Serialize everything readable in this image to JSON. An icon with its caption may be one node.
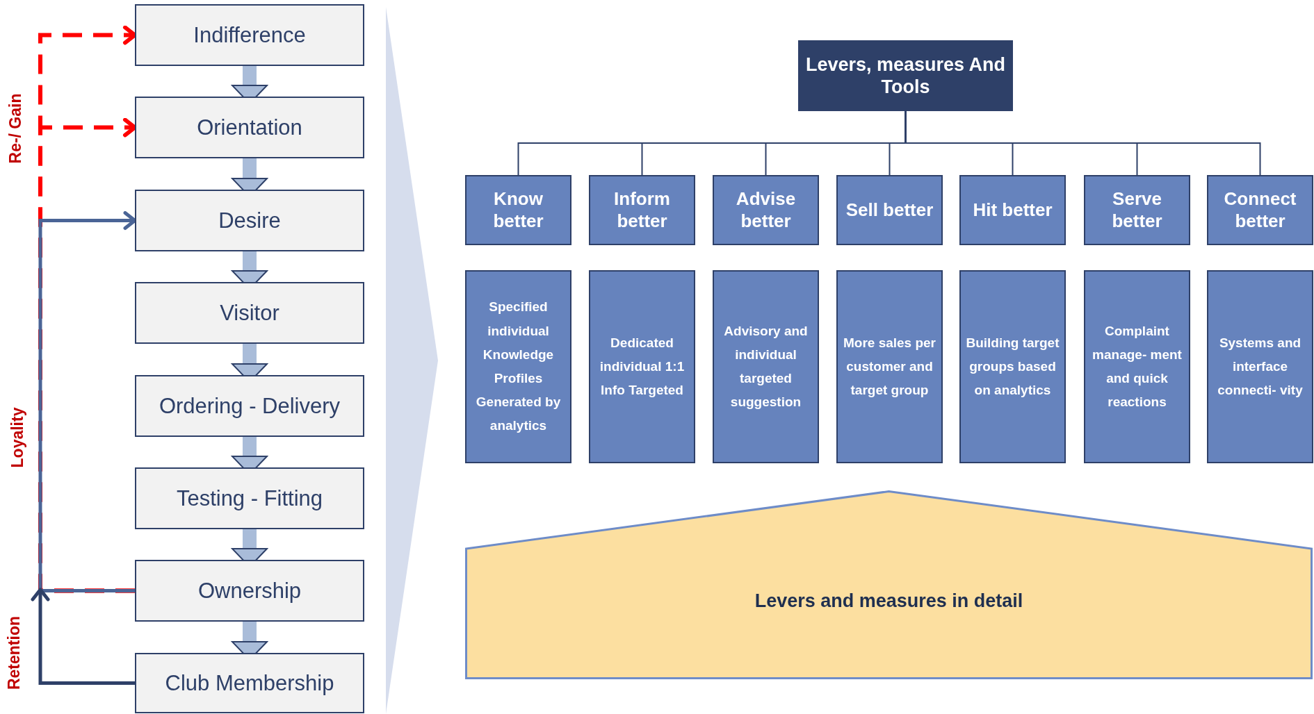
{
  "diagram": {
    "nodes": [
      {
        "text": [
          "Indifference"
        ]
      },
      {
        "text": [
          "Orientation"
        ]
      },
      {
        "text": [
          "Desire"
        ]
      },
      {
        "text": [
          "Visitor"
        ]
      },
      {
        "text": [
          "Ordering - Delivery"
        ]
      },
      {
        "text": [
          "Testing  - Fitting"
        ]
      },
      {
        "text": [
          "Ownership"
        ]
      },
      {
        "text": [
          "Club Membership"
        ]
      },
      {
        "text": [
          "Levers, measures And Tools"
        ]
      },
      {
        "text": [
          "Know better"
        ]
      },
      {
        "text": [
          "Inform better"
        ]
      },
      {
        "text": [
          "Advise better"
        ]
      },
      {
        "text": [
          "Sell better"
        ]
      },
      {
        "text": [
          "Hit better"
        ]
      },
      {
        "text": [
          "Serve better"
        ]
      },
      {
        "text": [
          "Connect better"
        ]
      },
      {
        "text": [
          "Specified individual Knowledge Profiles Generated by analytics"
        ]
      },
      {
        "text": [
          "Dedicated individual 1:1 Info Targeted"
        ]
      },
      {
        "text": [
          "Advisory and individual targeted suggestion"
        ]
      },
      {
        "text": [
          "More sales per customer and target group"
        ]
      },
      {
        "text": [
          "Building target groups based on analytics"
        ]
      },
      {
        "text": [
          "Complaint manage- ment and quick reactions"
        ]
      },
      {
        "text": [
          "Systems and interface connecti- vity"
        ]
      },
      {
        "text": [
          "Levers and measures in detail"
        ]
      },
      {
        "text": [],
        "shape": "triangle"
      }
    ],
    "edges": [
      {
        "from": 0,
        "to": 1,
        "arrow": "to",
        "style": "thick",
        "color": "#a9bcd9"
      },
      {
        "from": 1,
        "to": 2,
        "arrow": "to",
        "style": "thick",
        "color": "#a9bcd9"
      },
      {
        "from": 2,
        "to": 3,
        "arrow": "to",
        "style": "thick",
        "color": "#a9bcd9"
      },
      {
        "from": 3,
        "to": 4,
        "arrow": "to",
        "style": "thick",
        "color": "#a9bcd9"
      },
      {
        "from": 4,
        "to": 5,
        "arrow": "to",
        "style": "thick",
        "color": "#a9bcd9"
      },
      {
        "from": 5,
        "to": 6,
        "arrow": "to",
        "style": "thick",
        "color": "#a9bcd9"
      },
      {
        "from": 6,
        "to": 7,
        "arrow": "to",
        "style": "thick",
        "color": "#a9bcd9"
      },
      {
        "from": 6,
        "to": 0,
        "arrow": "to",
        "style": "dashed",
        "color": "#ff0000"
      },
      {
        "from": 6,
        "to": 1,
        "arrow": "to",
        "style": "dashed",
        "color": "#ff0000"
      },
      {
        "from": 6,
        "to": 2,
        "arrow": "to",
        "color": "#4a6496"
      },
      {
        "from": 7,
        "to": null,
        "arrow": "to"
      },
      {
        "from": 8,
        "to": 9,
        "arrow": "none"
      },
      {
        "from": 8,
        "to": 10,
        "arrow": "none"
      },
      {
        "from": 8,
        "to": 11,
        "arrow": "none"
      },
      {
        "from": 8,
        "to": 12,
        "arrow": "none"
      },
      {
        "from": 8,
        "to": 13,
        "arrow": "none"
      },
      {
        "from": 8,
        "to": 14,
        "arrow": "none"
      },
      {
        "from": 8,
        "to": 15,
        "arrow": "none"
      }
    ],
    "labels": [
      "Re-/ Gain",
      "Loyality",
      "Retention"
    ]
  }
}
